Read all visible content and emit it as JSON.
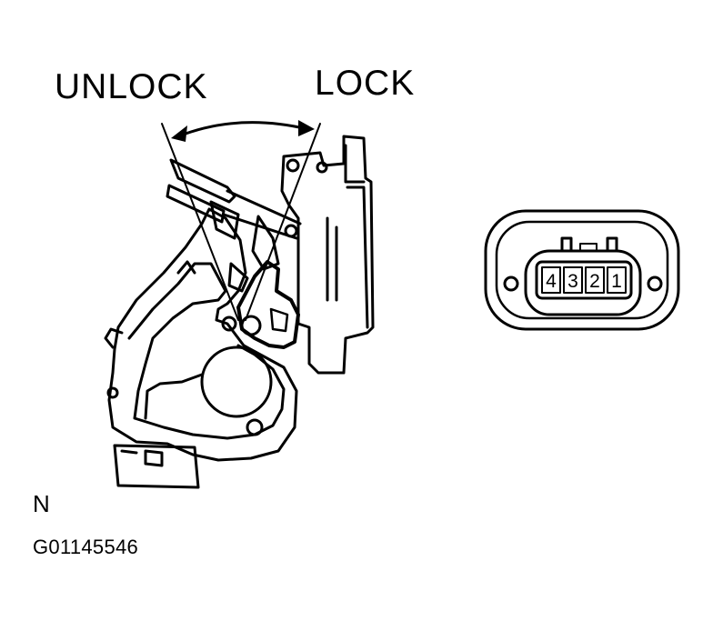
{
  "labels": {
    "unlock": "UNLOCK",
    "lock": "LOCK",
    "view": "N",
    "figure_code": "G01145546"
  },
  "connector": {
    "pins": [
      "4",
      "3",
      "2",
      "1"
    ]
  },
  "colors": {
    "ink": "#000000",
    "background": "#ffffff"
  }
}
